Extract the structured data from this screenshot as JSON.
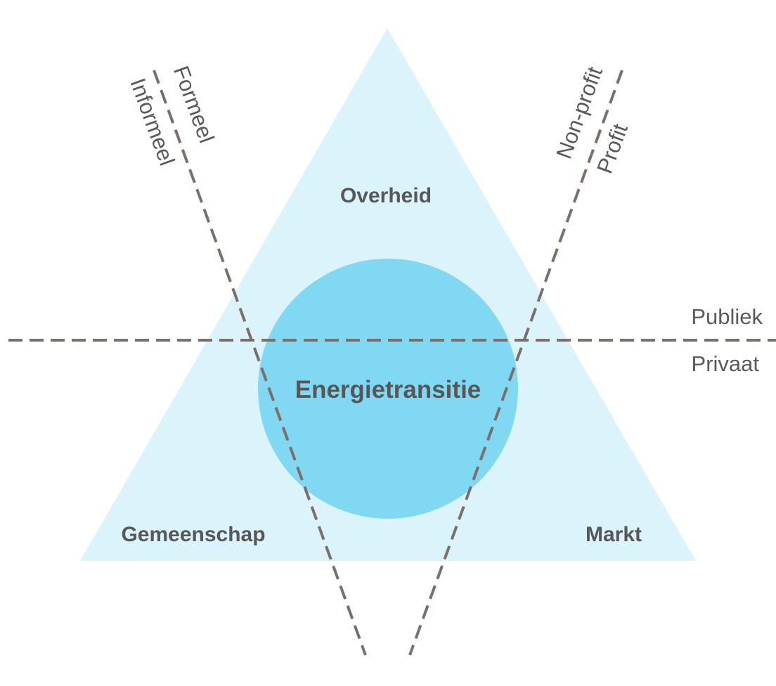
{
  "colors": {
    "triangle": "#dbf3fa",
    "circle": "#80d8f3",
    "dashed_line": "#7a6f69",
    "text": "#575757"
  },
  "sectors": {
    "top": "Overheid",
    "bottom_left": "Gemeenschap",
    "bottom_right": "Markt"
  },
  "center": "Energietransitie",
  "divisions": {
    "horizontal": {
      "above": "Publiek",
      "below": "Privaat"
    },
    "left_diagonal": {
      "first": "Formeel",
      "second": "Informeel"
    },
    "right_diagonal": {
      "first": "Non-profit",
      "second": "Profit"
    }
  }
}
